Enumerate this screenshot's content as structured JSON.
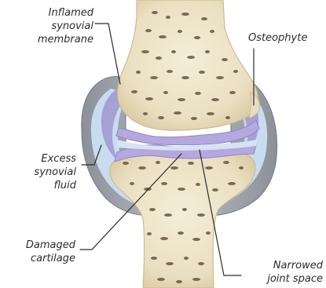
{
  "labels": {
    "inflamed_synovial_membrane": [
      "Inflamed",
      "synovial",
      "membrane"
    ],
    "osteophyte": [
      "Osteophyte"
    ],
    "excess_synovial_fluid": [
      "Excess",
      "synovial",
      "fluid"
    ],
    "damaged_cartilage": [
      "Damaged",
      "cartilage"
    ],
    "narrowed_joint_space": [
      "Narrowed",
      "joint space"
    ]
  },
  "colors": {
    "bone": "#efe6c9",
    "bone_shadow": "#d9c9a2",
    "bone_pores": "#6e5e45",
    "capsule": "#8b8f97",
    "capsule_light": "#c9ccd2",
    "synovial_fluid": "#c6d9ef",
    "inflamed_membrane": "#a7a3d8",
    "cartilage": "#b3a7dc",
    "leader_line": "#2b2b2b",
    "text": "#2b2b2b"
  },
  "icons": [
    "osteoarthritis-knee-joint-illustration"
  ]
}
